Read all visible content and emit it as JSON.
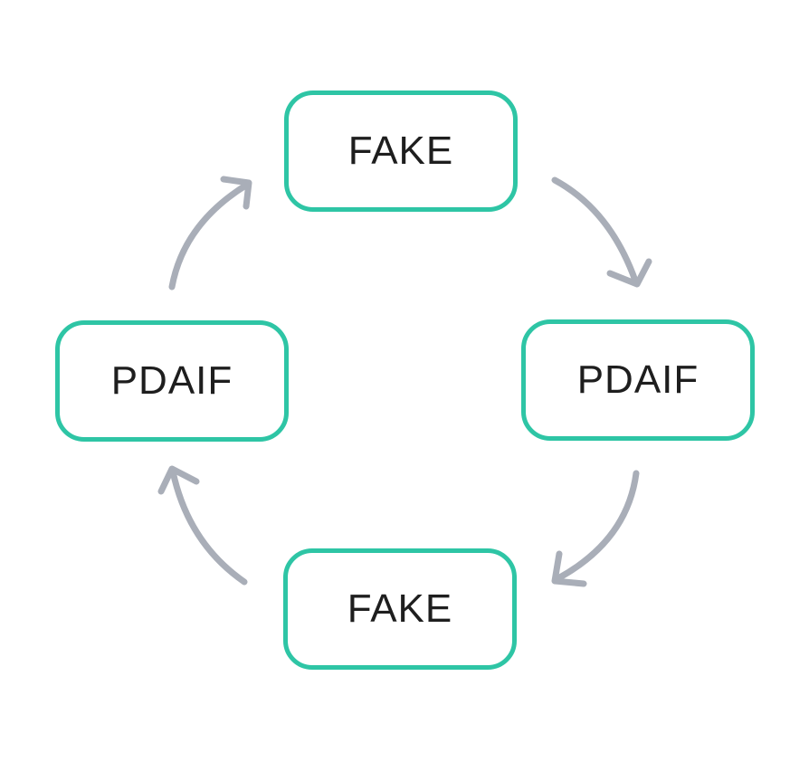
{
  "diagram": {
    "type": "cycle",
    "nodes": [
      {
        "id": "top",
        "label": "FAKE",
        "position": "top"
      },
      {
        "id": "right",
        "label": "PDAIF",
        "position": "right"
      },
      {
        "id": "bottom",
        "label": "FAKE",
        "position": "bottom"
      },
      {
        "id": "left",
        "label": "PDAIF",
        "position": "left"
      }
    ],
    "arrows": [
      {
        "from": "top",
        "to": "right",
        "direction": "clockwise"
      },
      {
        "from": "right",
        "to": "bottom",
        "direction": "clockwise"
      },
      {
        "from": "bottom",
        "to": "left",
        "direction": "clockwise"
      },
      {
        "from": "left",
        "to": "top",
        "direction": "clockwise"
      }
    ]
  },
  "colors": {
    "node-border": "#2ec5a5",
    "node-fill": "#ffffff",
    "arrow": "#a9aeb8",
    "text": "#1e1e1e",
    "background": "#ffffff"
  }
}
